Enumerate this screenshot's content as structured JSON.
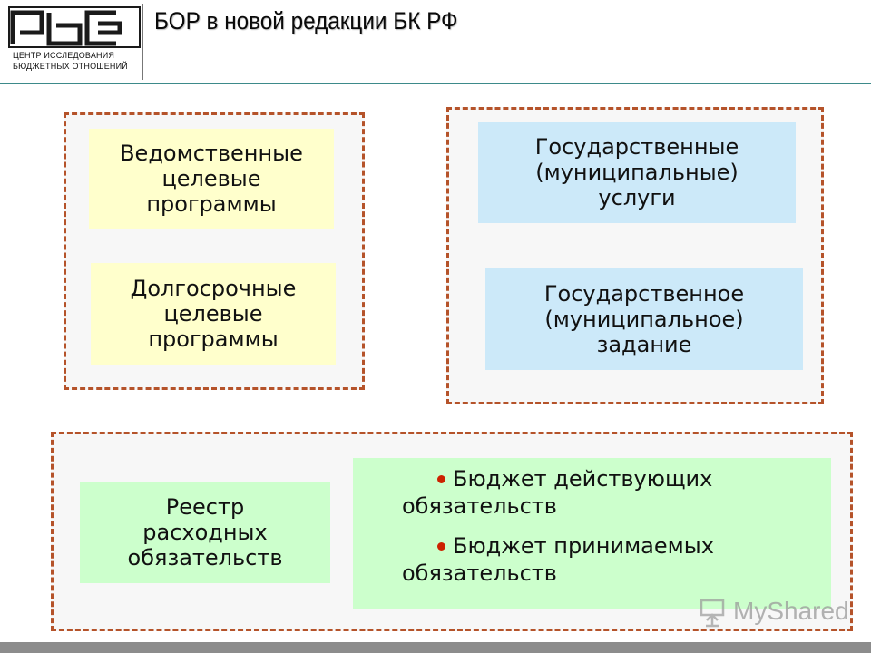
{
  "header": {
    "logo_line1": "ЦЕНТР ИССЛЕДОВАНИЯ",
    "logo_line2": "БЮДЖЕТНЫХ ОТНОШЕНИЙ",
    "title": "БОР в новой редакции БК РФ"
  },
  "group_left": {
    "box1": "Ведомственные\nцелевые\nпрограммы",
    "box2": "Долгосрочные\nцелевые\nпрограммы"
  },
  "group_right": {
    "box1": "Государственные\n(муниципальные)\nуслуги",
    "box2": "Государственное\n(муниципальное)\nзадание"
  },
  "group_bottom": {
    "registry": "Реестр\nрасходных\nобязательств",
    "bullets": [
      {
        "line1": "Бюджет действующих",
        "line2": "обязательств"
      },
      {
        "line1": "Бюджет принимаемых",
        "line2": "обязательств"
      }
    ]
  },
  "watermark": {
    "text": "MyShared",
    "icon": "presentation-board-icon"
  },
  "colors": {
    "dashed_border": "#b5532a",
    "yellow_box": "#ffffcc",
    "blue_box": "#cce9f9",
    "green_box": "#ccffcc",
    "header_rule": "#3d8a8a",
    "bullet": "#cc2200"
  }
}
